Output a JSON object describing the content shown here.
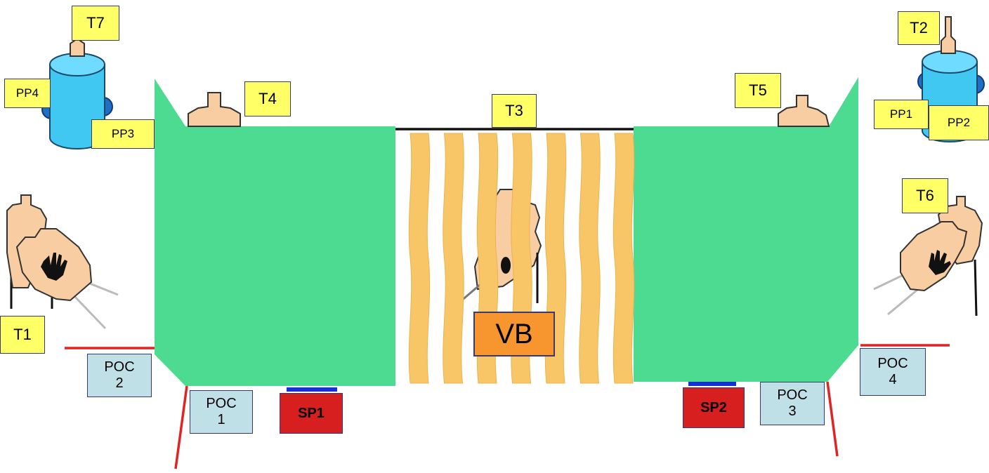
{
  "labels": {
    "t1": "T1",
    "t2": "T2",
    "t3": "T3",
    "t4": "T4",
    "t5": "T5",
    "t6": "T6",
    "t7": "T7",
    "pp1": "PP1",
    "pp2": "PP2",
    "pp3": "PP3",
    "pp4": "PP4",
    "poc1_line1": "POC",
    "poc1_line2": "1",
    "poc2_line1": "POC",
    "poc2_line2": "2",
    "poc3_line1": "POC",
    "poc3_line2": "3",
    "poc4_line1": "POC",
    "poc4_line2": "4",
    "sp1": "SP1",
    "sp2": "SP2",
    "vb": "VB"
  },
  "colors": {
    "green_zone": "#4cdb91",
    "strip": "#f9c667",
    "figure": "#f8cda2",
    "cylinder": "#40c8f2",
    "disc": "#1f6fc4",
    "red_line": "#e02424",
    "blue_bar": "#1530d8"
  },
  "strip_count": 7
}
